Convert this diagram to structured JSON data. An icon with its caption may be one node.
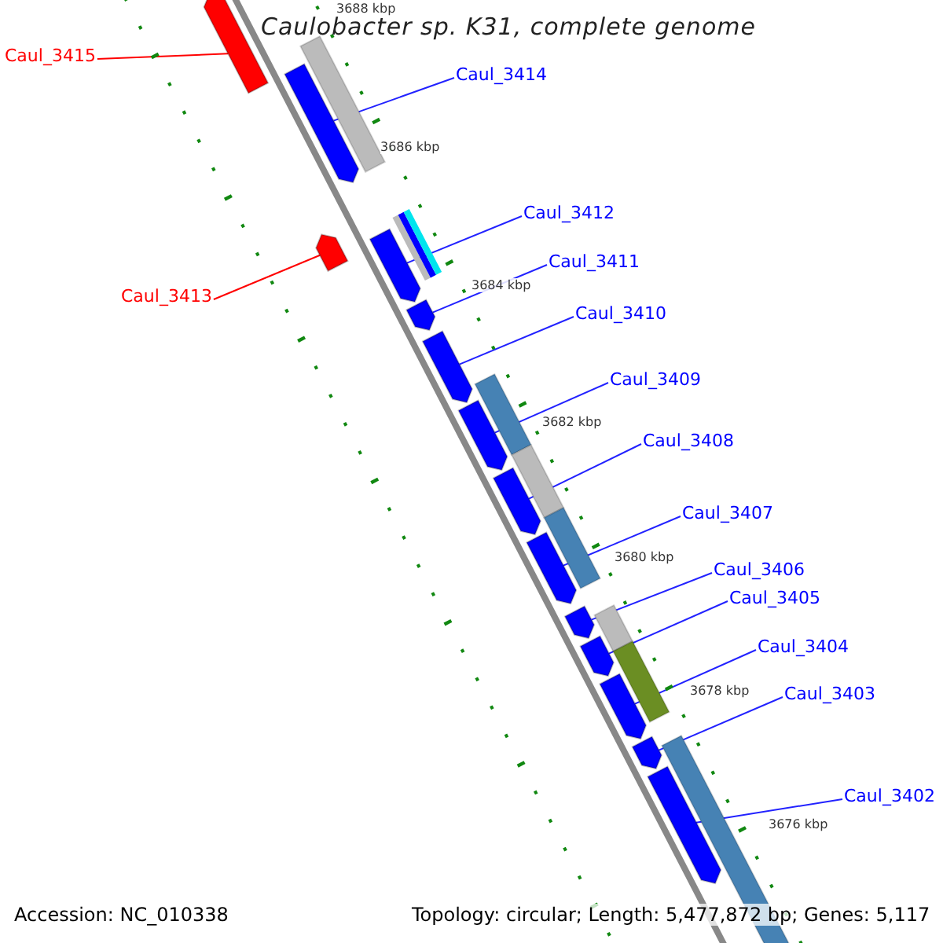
{
  "diagram": {
    "title": "Caulobacter sp. K31, complete genome",
    "nodes": [
      {
        "text": [
          "Caul_3415"
        ]
      },
      {
        "text": [
          "Caul_3414"
        ]
      },
      {
        "text": [
          "Caul_3412"
        ]
      },
      {
        "text": [
          "Caul_3411"
        ]
      },
      {
        "text": [
          "Caul_3413"
        ]
      },
      {
        "text": [
          "Caul_3410"
        ]
      },
      {
        "text": [
          "Caul_3409"
        ]
      },
      {
        "text": [
          "Caul_3408"
        ]
      },
      {
        "text": [
          "Caul_3407"
        ]
      },
      {
        "text": [
          "Caul_3406"
        ]
      },
      {
        "text": [
          "Caul_3405"
        ]
      },
      {
        "text": [
          "Caul_3404"
        ]
      },
      {
        "text": [
          "Caul_3403"
        ]
      },
      {
        "text": [
          "Caul_3402"
        ]
      },
      {
        "text": [],
        "shape": "bar"
      },
      {
        "text": [],
        "shape": "bar"
      },
      {
        "text": [],
        "shape": "bar"
      },
      {
        "text": [],
        "shape": "bar"
      },
      {
        "text": [],
        "shape": "bar"
      },
      {
        "text": [],
        "shape": "bar"
      },
      {
        "text": [],
        "shape": "bar"
      },
      {
        "text": [],
        "shape": "bar"
      },
      {
        "text": [],
        "shape": "bar"
      },
      {
        "text": [],
        "shape": "bar"
      },
      {
        "text": [],
        "shape": "bar"
      },
      {
        "text": [],
        "shape": "bar"
      },
      {
        "text": [],
        "shape": "bar"
      },
      {
        "text": [],
        "shape": "bar"
      }
    ],
    "edges": [
      {
        "from": 0,
        "to": 14,
        "arrow": "none",
        "color": "#ff0000"
      },
      {
        "from": 1,
        "to": 15,
        "arrow": "none"
      },
      {
        "from": 2,
        "to": 17,
        "arrow": "none"
      },
      {
        "from": 3,
        "to": 18,
        "arrow": "none"
      },
      {
        "from": 4,
        "to": 16,
        "arrow": "none",
        "color": "#ff0000"
      },
      {
        "from": 5,
        "to": 19,
        "arrow": "none"
      },
      {
        "from": 6,
        "to": 20,
        "arrow": "none"
      },
      {
        "from": 7,
        "to": 21,
        "arrow": "none"
      },
      {
        "from": 8,
        "to": 22,
        "arrow": "none"
      },
      {
        "from": 9,
        "to": 23,
        "arrow": "none"
      },
      {
        "from": 10,
        "to": 24,
        "arrow": "none"
      },
      {
        "from": 11,
        "to": 25,
        "arrow": "none"
      },
      {
        "from": 12,
        "to": 26,
        "arrow": "none"
      },
      {
        "from": 13,
        "to": 27,
        "arrow": "none"
      }
    ],
    "labels": [
      "3688 kbp",
      "3686 kbp",
      "3684 kbp",
      "3682 kbp",
      "3680 kbp",
      "3678 kbp",
      "3676 kbp",
      "Accession: NC_010338",
      "Topology: circular; Length: 5,477,872 bp; Genes: 5,117"
    ]
  }
}
